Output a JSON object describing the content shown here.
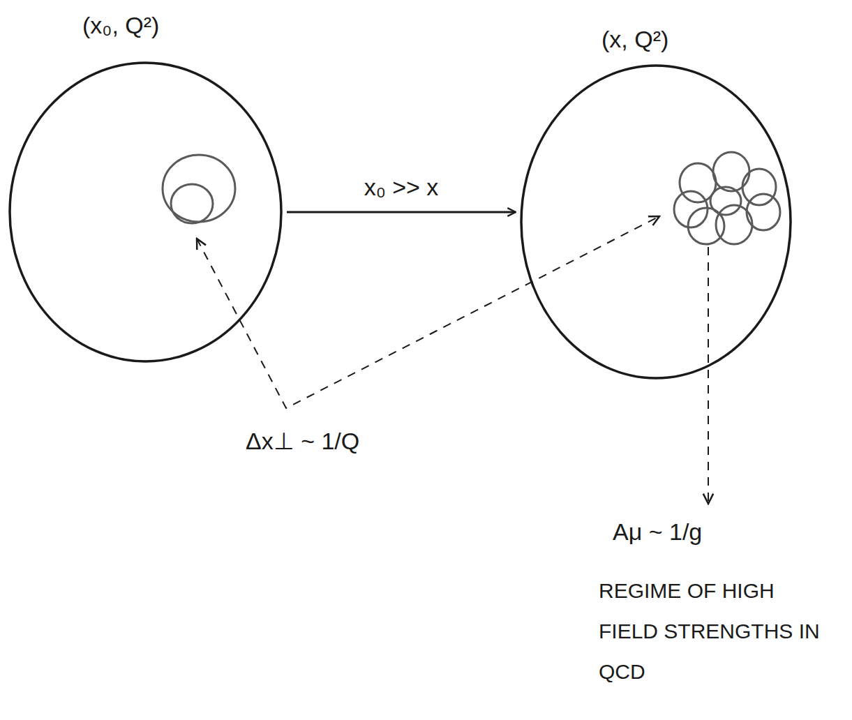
{
  "diagram": {
    "nodes": [
      {
        "text": [
          "(x₀, Q²)"
        ]
      },
      {
        "text": [
          "(x, Q²)"
        ]
      }
    ],
    "edges": [
      {
        "from": 0,
        "to": 1,
        "arrow": "to",
        "label": "x₀ >> x"
      }
    ],
    "labels": [
      "Δx⊥ ~ 1/Q",
      "Aμ ~ 1/g",
      "REGIME OF HIGH FIELD STRENGTHS IN QCD"
    ]
  }
}
